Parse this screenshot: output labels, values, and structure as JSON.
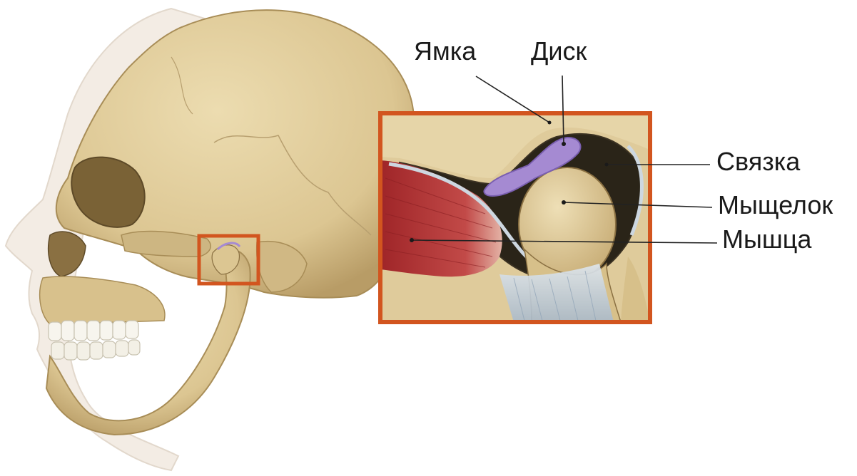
{
  "labels": {
    "fossa": "Ямка",
    "disc": "Диск",
    "ligament": "Связка",
    "condyle": "Мыщелок",
    "muscle": "Мышца"
  },
  "colors": {
    "bone": "#e3d2a3",
    "bone_shadow": "#b59a63",
    "highlight_frame": "#d2551f",
    "disc": "#a58ad2",
    "muscle": "#b5383a",
    "ligament": "#c9d6e3",
    "leader_line": "#222222"
  }
}
